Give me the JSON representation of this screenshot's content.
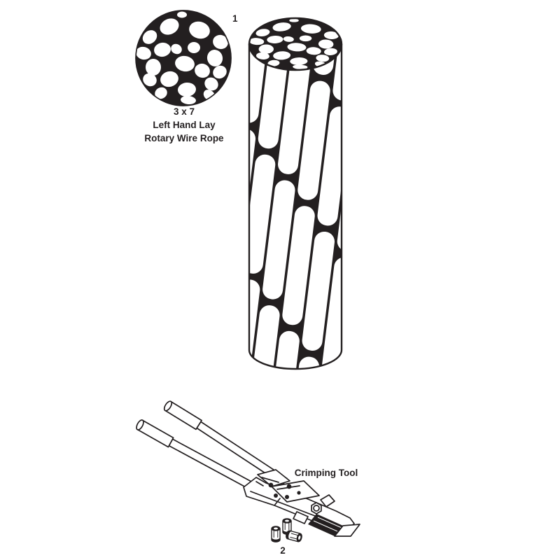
{
  "colors": {
    "ink": "#231f20",
    "paper": "#ffffff"
  },
  "labels": {
    "callout_1": "1",
    "callout_2": "2",
    "crimping_tool": "Crimping Tool"
  },
  "rope_caption": {
    "line1": "3 x 7",
    "line2": "Left Hand Lay",
    "line3": "Rotary Wire Rope"
  }
}
